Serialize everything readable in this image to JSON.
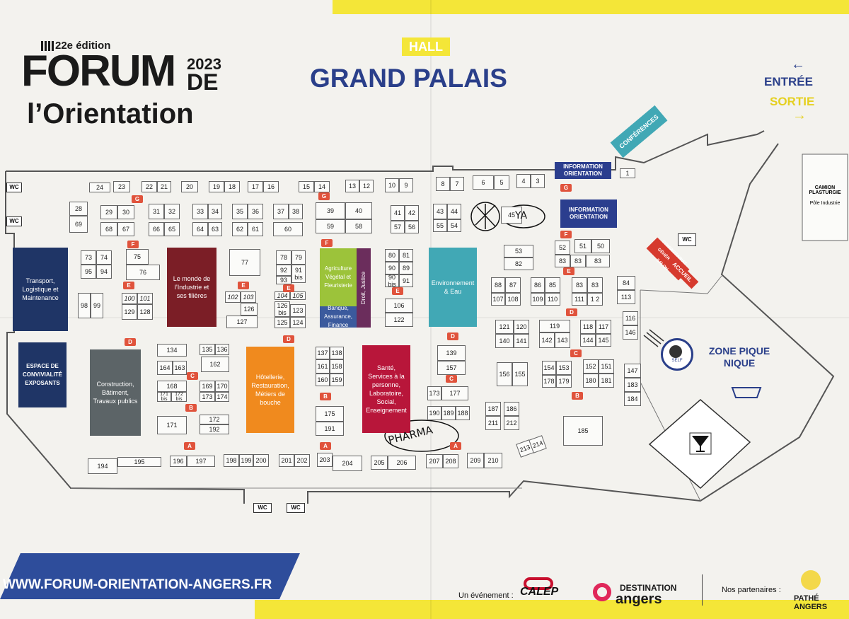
{
  "header": {
    "edition": "22e édition",
    "forum": "FORUM",
    "year": "2023",
    "de": "DE",
    "orientation": "l’Orientation",
    "hall_tag": "HALL",
    "hall_name": "GRAND PALAIS",
    "entree": "ENTRÉE",
    "sortie": "SORTIE",
    "arrow_left": "←",
    "arrow_right": "→"
  },
  "colors": {
    "navy": "#1f3566",
    "burgundy": "#7b1e26",
    "grey": "#5c6467",
    "lime": "#9cc33a",
    "blue_steel": "#3b5a9d",
    "plum": "#6b2d5c",
    "orange": "#f08a1e",
    "crimson": "#b8163a",
    "teal": "#41a8b5",
    "red_accent": "#d63a2e",
    "yellow": "#f4e638"
  },
  "zones": {
    "transport": "Transport, Logistique et Maintenance",
    "espace": "ESPACE DE CONVIVIALITÉ EXPOSANTS",
    "industrie": "Le monde de l’Industrie et ses filières",
    "construction": "Construction, Bâtiment, Travaux publics",
    "agriculture": "Agriculture Végétal et Fleuristerie",
    "banque": "Banque, Assurance, Finance",
    "droit": "Droit, Justice",
    "hotellerie": "Hôtellerie, Restauration, Métiers de bouche",
    "sante": "Santé, Services à la personne, Laboratoire, Social, Enseignement",
    "environnement": "Environnement & Eau",
    "conferences": "CONFÉRENCES",
    "commissariat": "COMMISSARIAT GÉNÉRAL DU SALON",
    "accueil": "ACCUEIL",
    "info1": "INFORMATION ORIENTATION",
    "info2": "INFORMATION ORIENTATION",
    "pique_nique": "ZONE PIQUE NIQUE",
    "self": "SELF",
    "camion": "CAMION PLASTURGIE",
    "pole": "Pôle Industrie"
  },
  "wc_label": "WC",
  "handwriting": {
    "pharma": "PHARMA",
    "ya": "YA"
  },
  "footer": {
    "url": "WWW.FORUM-ORIENTATION-ANGERS.FR",
    "evenement": "Un événement :",
    "calep": "CALEP",
    "destination": "DESTINATION",
    "angers": "angers",
    "partenaires": "Nos partenaires :",
    "pathe": "PATHÉ ANGERS"
  },
  "markers": {
    "A": "A",
    "B": "B",
    "C": "C",
    "D": "D",
    "E": "E",
    "F": "F",
    "G": "G"
  },
  "stands": [
    {
      "id": "s24",
      "t": "24"
    },
    {
      "id": "s23",
      "t": "23"
    },
    {
      "id": "s22",
      "t": "22"
    },
    {
      "id": "s21",
      "t": "21"
    },
    {
      "id": "s20",
      "t": "20"
    },
    {
      "id": "s19",
      "t": "19"
    },
    {
      "id": "s18",
      "t": "18"
    },
    {
      "id": "s17",
      "t": "17"
    },
    {
      "id": "s16",
      "t": "16"
    },
    {
      "id": "s15",
      "t": "15"
    },
    {
      "id": "s14",
      "t": "14"
    },
    {
      "id": "s13",
      "t": "13"
    },
    {
      "id": "s12",
      "t": "12"
    },
    {
      "id": "s10",
      "t": "10"
    },
    {
      "id": "s9",
      "t": "9"
    },
    {
      "id": "s8",
      "t": "8"
    },
    {
      "id": "s7",
      "t": "7"
    },
    {
      "id": "s6",
      "t": "6"
    },
    {
      "id": "s5",
      "t": "5"
    },
    {
      "id": "s4",
      "t": "4"
    },
    {
      "id": "s3",
      "t": "3"
    },
    {
      "id": "s1",
      "t": "1"
    },
    {
      "id": "s28",
      "t": "28"
    },
    {
      "id": "s69",
      "t": "69"
    },
    {
      "id": "s29",
      "t": "29"
    },
    {
      "id": "s30",
      "t": "30"
    },
    {
      "id": "s68",
      "t": "68"
    },
    {
      "id": "s67",
      "t": "67"
    },
    {
      "id": "s31",
      "t": "31"
    },
    {
      "id": "s32",
      "t": "32"
    },
    {
      "id": "s66",
      "t": "66"
    },
    {
      "id": "s65",
      "t": "65"
    },
    {
      "id": "s33",
      "t": "33"
    },
    {
      "id": "s34",
      "t": "34"
    },
    {
      "id": "s64",
      "t": "64"
    },
    {
      "id": "s63",
      "t": "63"
    },
    {
      "id": "s35",
      "t": "35"
    },
    {
      "id": "s36",
      "t": "36"
    },
    {
      "id": "s62",
      "t": "62"
    },
    {
      "id": "s61",
      "t": "61"
    },
    {
      "id": "s37",
      "t": "37"
    },
    {
      "id": "s38",
      "t": "38"
    },
    {
      "id": "s60",
      "t": "60"
    },
    {
      "id": "s39",
      "t": "39"
    },
    {
      "id": "s40",
      "t": "40"
    },
    {
      "id": "s59",
      "t": "59"
    },
    {
      "id": "s58",
      "t": "58"
    },
    {
      "id": "s41",
      "t": "41"
    },
    {
      "id": "s42",
      "t": "42"
    },
    {
      "id": "s57",
      "t": "57"
    },
    {
      "id": "s56",
      "t": "56"
    },
    {
      "id": "s43",
      "t": "43"
    },
    {
      "id": "s44",
      "t": "44"
    },
    {
      "id": "s55",
      "t": "55"
    },
    {
      "id": "s54",
      "t": "54"
    },
    {
      "id": "s45",
      "t": "45"
    },
    {
      "id": "s73",
      "t": "73"
    },
    {
      "id": "s74",
      "t": "74"
    },
    {
      "id": "s95",
      "t": "95"
    },
    {
      "id": "s94",
      "t": "94"
    },
    {
      "id": "s75",
      "t": "75"
    },
    {
      "id": "s76",
      "t": "76"
    },
    {
      "id": "s98",
      "t": "98"
    },
    {
      "id": "s99",
      "t": "99"
    },
    {
      "id": "s100",
      "t": "100"
    },
    {
      "id": "s101",
      "t": "101"
    },
    {
      "id": "s129",
      "t": "129"
    },
    {
      "id": "s128",
      "t": "128"
    },
    {
      "id": "s77",
      "t": "77"
    },
    {
      "id": "s102",
      "t": "102"
    },
    {
      "id": "s103",
      "t": "103"
    },
    {
      "id": "s126",
      "t": "126"
    },
    {
      "id": "s127",
      "t": "127"
    },
    {
      "id": "s78",
      "t": "78"
    },
    {
      "id": "s79",
      "t": "79"
    },
    {
      "id": "s92",
      "t": "92"
    },
    {
      "id": "s91bis",
      "t": "91 bis"
    },
    {
      "id": "s93",
      "t": "93"
    },
    {
      "id": "s104",
      "t": "104"
    },
    {
      "id": "s105",
      "t": "105"
    },
    {
      "id": "s126bis",
      "t": "126 bis"
    },
    {
      "id": "s123",
      "t": "123"
    },
    {
      "id": "s125",
      "t": "125"
    },
    {
      "id": "s124",
      "t": "124"
    },
    {
      "id": "s80",
      "t": "80"
    },
    {
      "id": "s81",
      "t": "81"
    },
    {
      "id": "s90",
      "t": "90"
    },
    {
      "id": "s89",
      "t": "89"
    },
    {
      "id": "s90bis",
      "t": "90 bis"
    },
    {
      "id": "s91",
      "t": "91"
    },
    {
      "id": "s106",
      "t": "106"
    },
    {
      "id": "s122",
      "t": "122"
    },
    {
      "id": "s53",
      "t": "53"
    },
    {
      "id": "s82",
      "t": "82"
    },
    {
      "id": "s52",
      "t": "52"
    },
    {
      "id": "s51",
      "t": "51"
    },
    {
      "id": "s50",
      "t": "50"
    },
    {
      "id": "s83a",
      "t": "83"
    },
    {
      "id": "s83b",
      "t": "83"
    },
    {
      "id": "s83c",
      "t": "83"
    },
    {
      "id": "s88",
      "t": "88"
    },
    {
      "id": "s87",
      "t": "87"
    },
    {
      "id": "s107",
      "t": "107"
    },
    {
      "id": "s108",
      "t": "108"
    },
    {
      "id": "s86",
      "t": "86"
    },
    {
      "id": "s85",
      "t": "85"
    },
    {
      "id": "s109",
      "t": "109"
    },
    {
      "id": "s110",
      "t": "110"
    },
    {
      "id": "s83d",
      "t": "83"
    },
    {
      "id": "s83e",
      "t": "83"
    },
    {
      "id": "s111",
      "t": "111"
    },
    {
      "id": "s112",
      "t": "1 2"
    },
    {
      "id": "s84",
      "t": "84"
    },
    {
      "id": "s113",
      "t": "113"
    },
    {
      "id": "s121",
      "t": "121"
    },
    {
      "id": "s120",
      "t": "120"
    },
    {
      "id": "s140",
      "t": "140"
    },
    {
      "id": "s141",
      "t": "141"
    },
    {
      "id": "s119",
      "t": "119"
    },
    {
      "id": "s142",
      "t": "142"
    },
    {
      "id": "s143",
      "t": "143"
    },
    {
      "id": "s118",
      "t": "118"
    },
    {
      "id": "s117",
      "t": "117"
    },
    {
      "id": "s144",
      "t": "144"
    },
    {
      "id": "s145",
      "t": "145"
    },
    {
      "id": "s116",
      "t": "116"
    },
    {
      "id": "s146",
      "t": "146"
    },
    {
      "id": "s134",
      "t": "134"
    },
    {
      "id": "s135",
      "t": "135"
    },
    {
      "id": "s136",
      "t": "136"
    },
    {
      "id": "s164",
      "t": "164"
    },
    {
      "id": "s163",
      "t": "163"
    },
    {
      "id": "s162",
      "t": "162"
    },
    {
      "id": "s168",
      "t": "168"
    },
    {
      "id": "s171bis",
      "t": "171 bis"
    },
    {
      "id": "s172bis",
      "t": "172 bis"
    },
    {
      "id": "s169",
      "t": "169"
    },
    {
      "id": "s170",
      "t": "170"
    },
    {
      "id": "s173a",
      "t": "173"
    },
    {
      "id": "s174",
      "t": "174"
    },
    {
      "id": "s171",
      "t": "171"
    },
    {
      "id": "s172",
      "t": "172"
    },
    {
      "id": "s192",
      "t": "192"
    },
    {
      "id": "s137",
      "t": "137"
    },
    {
      "id": "s138",
      "t": "138"
    },
    {
      "id": "s161",
      "t": "161"
    },
    {
      "id": "s158",
      "t": "158"
    },
    {
      "id": "s160",
      "t": "160"
    },
    {
      "id": "s159",
      "t": "159"
    },
    {
      "id": "s175",
      "t": "175"
    },
    {
      "id": "s191",
      "t": "191"
    },
    {
      "id": "s139",
      "t": "139"
    },
    {
      "id": "s157",
      "t": "157"
    },
    {
      "id": "s173b",
      "t": "173"
    },
    {
      "id": "s177",
      "t": "177"
    },
    {
      "id": "s190",
      "t": "190"
    },
    {
      "id": "s189",
      "t": "189"
    },
    {
      "id": "s188",
      "t": "188"
    },
    {
      "id": "s156",
      "t": "156"
    },
    {
      "id": "s155",
      "t": "155"
    },
    {
      "id": "s187",
      "t": "187"
    },
    {
      "id": "s186",
      "t": "186"
    },
    {
      "id": "s211",
      "t": "211"
    },
    {
      "id": "s212",
      "t": "212"
    },
    {
      "id": "s154",
      "t": "154"
    },
    {
      "id": "s153",
      "t": "153"
    },
    {
      "id": "s178",
      "t": "178"
    },
    {
      "id": "s179",
      "t": "179"
    },
    {
      "id": "s152",
      "t": "152"
    },
    {
      "id": "s151",
      "t": "151"
    },
    {
      "id": "s180",
      "t": "180"
    },
    {
      "id": "s181",
      "t": "181"
    },
    {
      "id": "s147",
      "t": "147"
    },
    {
      "id": "s183",
      "t": "183"
    },
    {
      "id": "s184",
      "t": "184"
    },
    {
      "id": "s185",
      "t": "185"
    },
    {
      "id": "s213",
      "t": "213"
    },
    {
      "id": "s214",
      "t": "214"
    },
    {
      "id": "s194",
      "t": "194"
    },
    {
      "id": "s195",
      "t": "195"
    },
    {
      "id": "s196",
      "t": "196"
    },
    {
      "id": "s197",
      "t": "197"
    },
    {
      "id": "s198",
      "t": "198"
    },
    {
      "id": "s199",
      "t": "199"
    },
    {
      "id": "s200",
      "t": "200"
    },
    {
      "id": "s201",
      "t": "201"
    },
    {
      "id": "s202",
      "t": "202"
    },
    {
      "id": "s203",
      "t": "203"
    },
    {
      "id": "s204",
      "t": "204"
    },
    {
      "id": "s205",
      "t": "205"
    },
    {
      "id": "s206",
      "t": "206"
    },
    {
      "id": "s207",
      "t": "207"
    },
    {
      "id": "s208",
      "t": "208"
    },
    {
      "id": "s209",
      "t": "209"
    },
    {
      "id": "s210",
      "t": "210"
    }
  ]
}
